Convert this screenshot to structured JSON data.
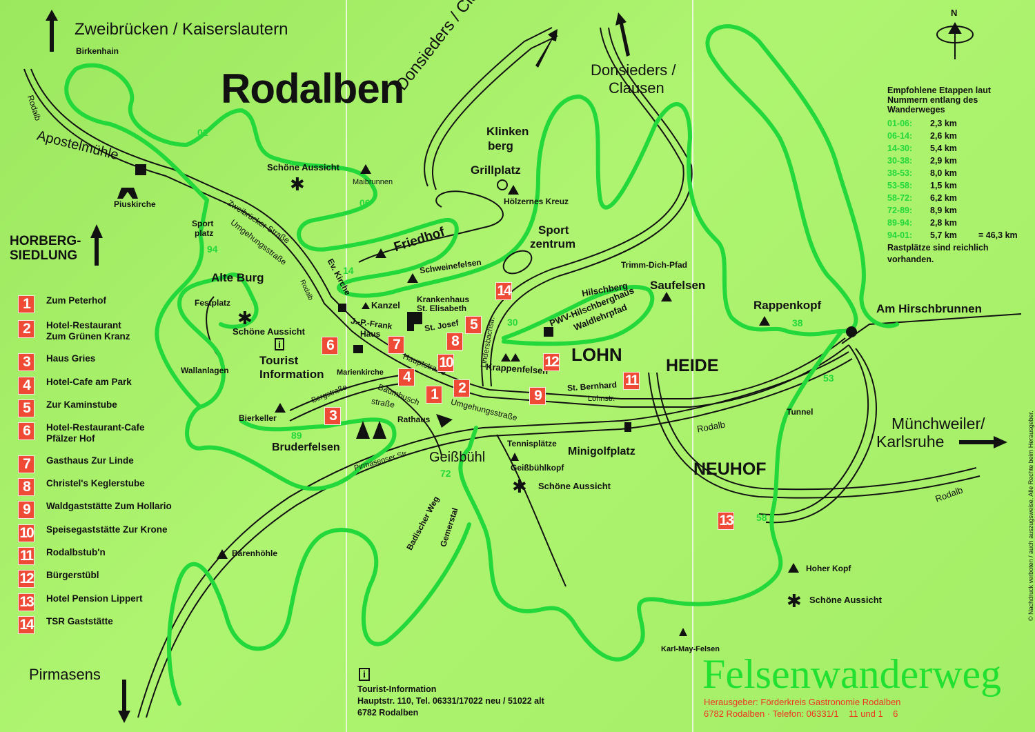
{
  "title": "Rodalben",
  "brand": "Felsenwanderweg",
  "colors": {
    "background": "#a3ef66",
    "trail": "#22d83a",
    "marker": "#ee4a35",
    "publisher_text": "#ee3322"
  },
  "directions": {
    "north": "Zweibrücken / Kaiserslautern",
    "northeast_diag": "Donsieders / Clausen",
    "northeast_line1": "Donsieders /",
    "northeast_line2": "Clausen",
    "east_line1": "Münchweiler/",
    "east_line2": "Karlsruhe",
    "south": "Pirmasens"
  },
  "compass": {
    "label": "N",
    "icon": "compass-icon"
  },
  "districts": {
    "lohn": "LOHN",
    "heide": "HEIDE",
    "neuhof": "NEUHOF",
    "horberg1": "HORBERG-",
    "horberg2": "SIEDLUNG"
  },
  "places": {
    "birkenhain": "Birkenhain",
    "apostelmuehle": "Apostelmühle",
    "rodalb_nw": "Rodalb",
    "piuskirche": "Piuskirche",
    "schoene_aussicht_n": "Schöne Aussicht",
    "maibrunnen": "Maibrunnen",
    "klinken1": "Klinken",
    "klinken2": "berg",
    "grillplatz": "Grillplatz",
    "hoelzernes_kreuz": "Hölzernes Kreuz",
    "sport1": "Sport",
    "sport2": "zentrum",
    "sportplatz1": "Sport",
    "sportplatz2": "platz",
    "friedhof": "Friedhof",
    "schweinefelsen": "Schweinefelsen",
    "trimm": "Trimm-Dich-Pfad",
    "saufelsen": "Saufelsen",
    "hilschberg": "Hilschberg",
    "pwv1": "PWV-Hilschberghaus",
    "pwv2": "Waldlehrpfad",
    "rappenkopf": "Rappenkopf",
    "hirschbrunnen": "Am Hirschbrunnen",
    "alte_burg": "Alte Burg",
    "festplatz": "Festplatz",
    "schoene_aussicht_w": "Schöne Aussicht",
    "tourist1": "Tourist",
    "tourist2": "Information",
    "wallanlagen": "Wallanlagen",
    "kanzel": "Kanzel",
    "krankenhaus1": "Krankenhaus",
    "krankenhaus2": "St. Elisabeth",
    "st_josef": "St. Josef",
    "jpfrank1": "J.-P.-Frank",
    "jpfrank2": "Haus",
    "marienkirche": "Marienkirche",
    "ev_kirche": "Ev. Kirche",
    "krappenfelsen": "Krappenfelsen",
    "st_bernhard": "St. Bernhard",
    "rathaus": "Rathaus",
    "bierkeller": "Bierkeller",
    "bruderfelsen": "Bruderfelsen",
    "geissbuehl": "Geißbühl",
    "tennis": "Tennisplätze",
    "minigolf": "Minigolfplatz",
    "geissbuehlkopf": "Geißbühlkopf",
    "schoene_aussicht_s": "Schöne Aussicht",
    "tunnel": "Tunnel",
    "rodalb_c": "Rodalb",
    "rodalb_e": "Rodalb",
    "hoher_kopf": "Hoher Kopf",
    "schoene_aussicht_se": "Schöne Aussicht",
    "karl_may": "Karl-May-Felsen",
    "baerenhoehle": "Bärenhöhle"
  },
  "streets": {
    "zweibruecker": "Zweibrücker Straße",
    "umgehung_n": "Umgehungsstraße",
    "rodalb_small": "Rodalb",
    "hauptstrasse": "Hauptstraße",
    "lindersbach": "Lindersbachstr.",
    "lohnstr": "Lohnstr.",
    "umgehung_s": "Umgehungsstraße",
    "bergstrasse": "Bergstraße",
    "baumbusch1": "Baumbusch",
    "baumbusch2": "straße",
    "pirmasenser": "Pirmasenser Str.",
    "badischer": "Badischer Weg",
    "gemerstal": "Gemerstal"
  },
  "trail_points": [
    "01",
    "06",
    "14",
    "30",
    "38",
    "53",
    "58",
    "72",
    "89",
    "94"
  ],
  "legend": [
    {
      "num": "1",
      "name": "Zum Peterhof"
    },
    {
      "num": "2",
      "name": "Hotel-Restaurant\nZum Grünen Kranz"
    },
    {
      "num": "3",
      "name": "Haus Gries"
    },
    {
      "num": "4",
      "name": "Hotel-Cafe am Park"
    },
    {
      "num": "5",
      "name": "Zur Kaminstube"
    },
    {
      "num": "6",
      "name": "Hotel-Restaurant-Cafe\nPfälzer Hof"
    },
    {
      "num": "7",
      "name": "Gasthaus Zur Linde"
    },
    {
      "num": "8",
      "name": "Christel's Keglerstube"
    },
    {
      "num": "9",
      "name": "Waldgaststätte Zum Hollario"
    },
    {
      "num": "10",
      "name": "Speisegaststätte Zur Krone"
    },
    {
      "num": "11",
      "name": "Rodalbstub'n"
    },
    {
      "num": "12",
      "name": "Bürgerstübl"
    },
    {
      "num": "13",
      "name": "Hotel Pension Lippert"
    },
    {
      "num": "14",
      "name": "TSR Gaststätte"
    }
  ],
  "stages": {
    "heading1": "Empfohlene Etappen laut",
    "heading2": "Nummern entlang des",
    "heading3": "Wanderweges",
    "rows": [
      {
        "k": "01-06:",
        "v": "2,3 km"
      },
      {
        "k": "06-14:",
        "v": "2,6 km"
      },
      {
        "k": "14-30:",
        "v": "5,4 km"
      },
      {
        "k": "30-38:",
        "v": "2,9 km"
      },
      {
        "k": "38-53:",
        "v": "8,0 km"
      },
      {
        "k": "53-58:",
        "v": "1,5 km"
      },
      {
        "k": "58-72:",
        "v": "6,2 km"
      },
      {
        "k": "72-89:",
        "v": "8,9 km"
      },
      {
        "k": "89-94:",
        "v": "2,8 km"
      },
      {
        "k": "94-01:",
        "v": "5,7 km",
        "total": "= 46,3 km"
      }
    ],
    "footer1": "Rastplätze sind reichlich",
    "footer2": "vorhanden."
  },
  "tourist_info": {
    "icon": "i",
    "line1": "Tourist-Information",
    "line2": "Hauptstr. 110, Tel. 06331/17022 neu / 51022 alt",
    "line3": "6782 Rodalben"
  },
  "publisher": {
    "line1": "Herausgeber: Förderkreis Gastronomie Rodalben",
    "line2": "6782 Rodalben · Telefon: 06331/1    11 und 1    6"
  },
  "copyright": "© Nachdruck verboten / auch auszugsweise. Alle Rechte beim Herausgeber."
}
